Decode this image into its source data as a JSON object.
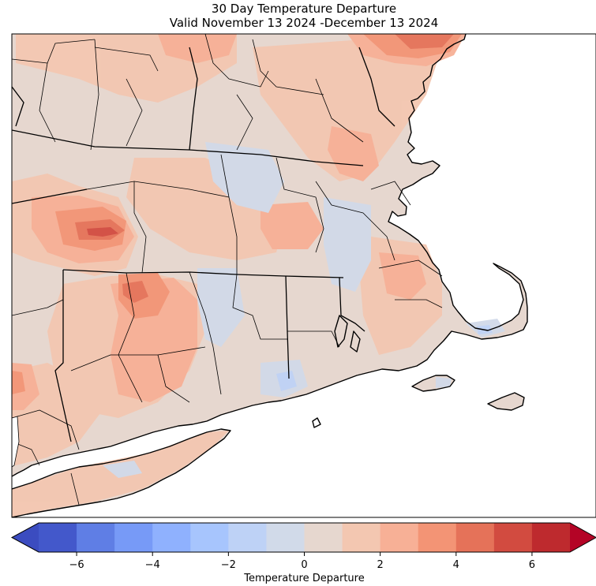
{
  "figure": {
    "title_line1": "30 Day Temperature Departure",
    "title_line2": "Valid November 13 2024 -December 13 2024"
  },
  "colorbar": {
    "label": "Temperature Departure",
    "min": -7,
    "max": 7,
    "extend": "both",
    "ticks": [
      "−6",
      "−4",
      "−2",
      "0",
      "2",
      "4",
      "6"
    ],
    "tick_values": [
      -6,
      -4,
      -2,
      0,
      2,
      4,
      6
    ],
    "bins": [
      {
        "from": -7,
        "to": -6,
        "color": "#4358cb"
      },
      {
        "from": -6,
        "to": -5,
        "color": "#5f7ee5"
      },
      {
        "from": -5,
        "to": -4,
        "color": "#779af7"
      },
      {
        "from": -4,
        "to": -3,
        "color": "#8fb1fe"
      },
      {
        "from": -3,
        "to": -2,
        "color": "#a7c5fd"
      },
      {
        "from": -2,
        "to": -1,
        "color": "#bed2f6"
      },
      {
        "from": -1,
        "to": 0,
        "color": "#d1dae9"
      },
      {
        "from": 0,
        "to": 1,
        "color": "#e6d7cf"
      },
      {
        "from": 1,
        "to": 2,
        "color": "#f3c7b1"
      },
      {
        "from": 2,
        "to": 3,
        "color": "#f7b096"
      },
      {
        "from": 3,
        "to": 4,
        "color": "#f39475"
      },
      {
        "from": 4,
        "to": 5,
        "color": "#e57259"
      },
      {
        "from": 5,
        "to": 6,
        "color": "#d24b40"
      },
      {
        "from": 6,
        "to": 7,
        "color": "#be2a2e"
      }
    ],
    "under_color": "#3b4cc0",
    "over_color": "#b40426"
  },
  "map": {
    "region": "Southern New England and Long Island",
    "land_base_color": "#e6d7cf",
    "water_color": "#ffffff",
    "boundary_color": "#000000"
  }
}
